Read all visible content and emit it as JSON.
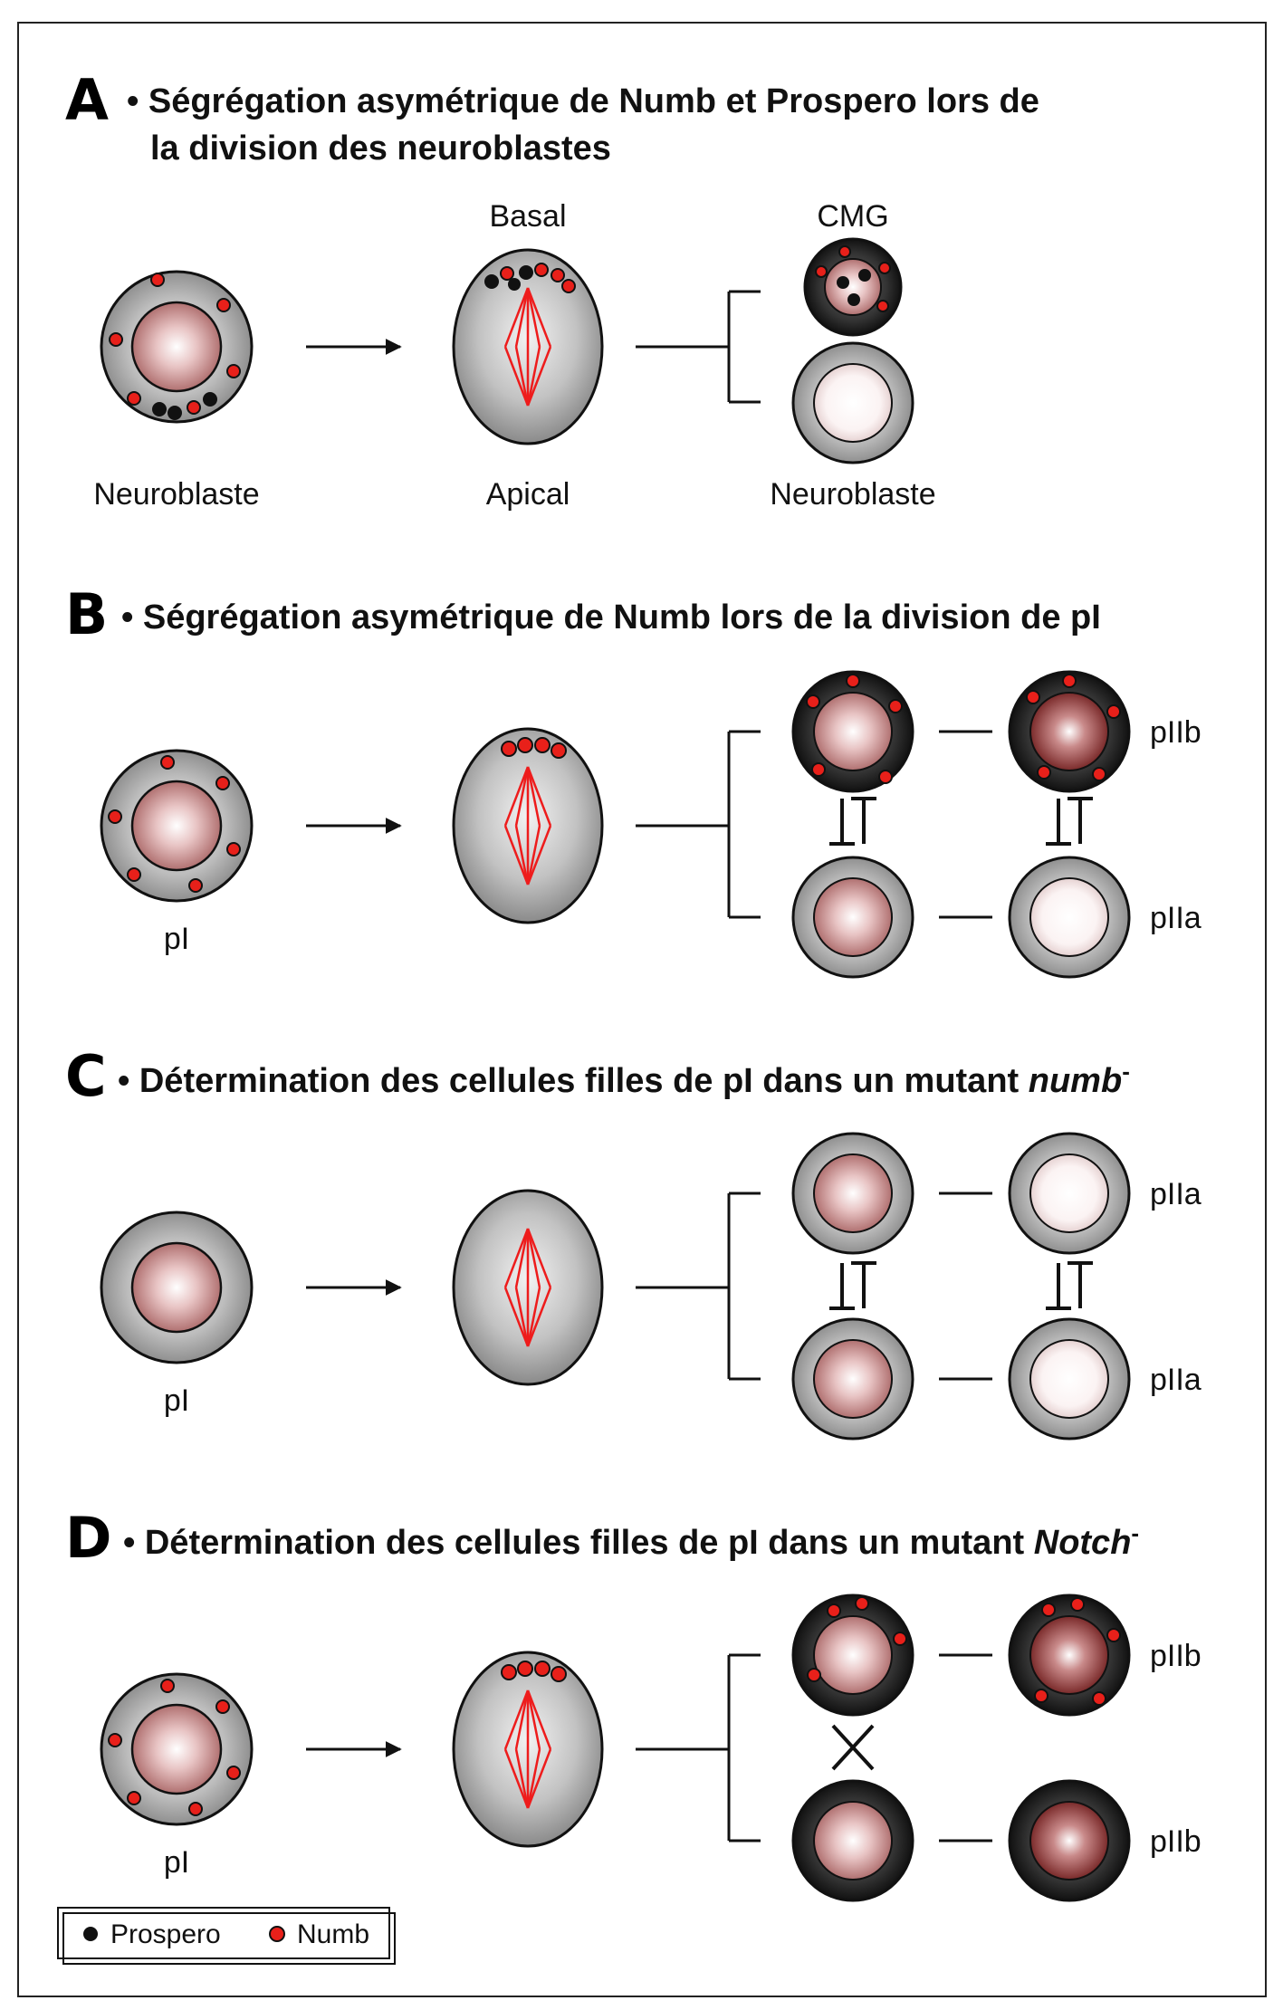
{
  "panels": [
    {
      "id": "A",
      "letter": "A",
      "title_line1": "• Ségrégation asymétrique de Numb et Prospero lors de",
      "title_line2": "la division des neuroblastes",
      "labels": {
        "left_bottom": "Neuroblaste",
        "mid_top": "Basal",
        "mid_bottom": "Apical",
        "right_top": "CMG",
        "right_bottom": "Neuroblaste"
      }
    },
    {
      "id": "B",
      "letter": "B",
      "title_line1": "• Ségrégation asymétrique de Numb lors de la division de pI",
      "labels": {
        "left_bottom": "pI",
        "row1": "pIIb",
        "row2": "pIIa"
      }
    },
    {
      "id": "C",
      "letter": "C",
      "title_main": "• Détermination des cellules filles de pI dans un mutant ",
      "title_em": "numb",
      "title_sup": "-",
      "labels": {
        "left_bottom": "pI",
        "row1": "pIIa",
        "row2": "pIIa"
      }
    },
    {
      "id": "D",
      "letter": "D",
      "title_main": "• Détermination des cellules filles de pI dans un mutant ",
      "title_em": "Notch",
      "title_sup": "-",
      "labels": {
        "left_bottom": "pI",
        "row1": "pIIb",
        "row2": "pIIb"
      }
    }
  ],
  "legend": {
    "prospero": "Prospero",
    "numb": "Numb"
  },
  "colors": {
    "numb_dot": "#e8201a",
    "prospero_dot": "#111111",
    "spindle": "#ee1c1c",
    "cytoplasm_gray": "#a9a9a9",
    "cytoplasm_dark": "#2b2b2b",
    "nucleus_pink": "#c88f8f",
    "nucleus_pale": "#f6ecec"
  }
}
